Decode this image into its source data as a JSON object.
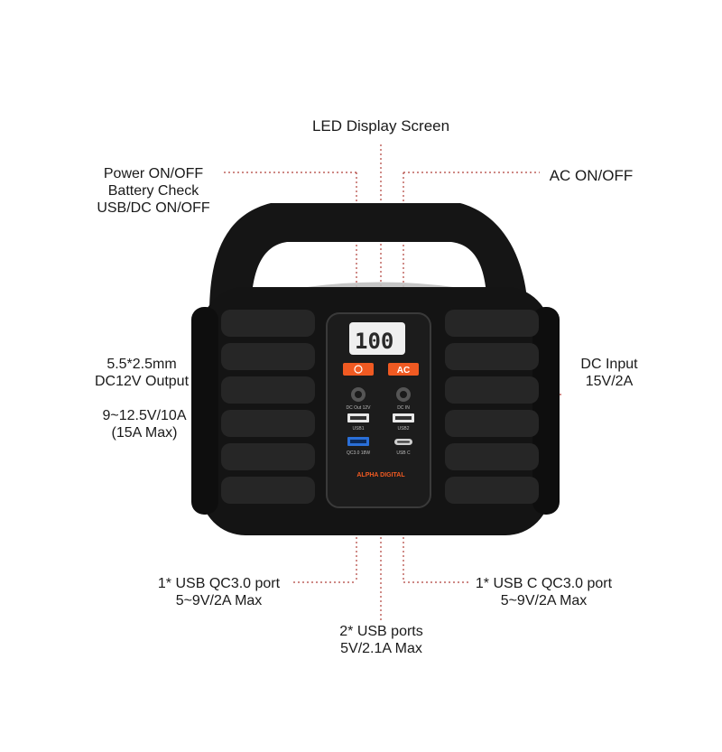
{
  "callouts": {
    "led_display": "LED Display Screen",
    "power": [
      "Power ON/OFF",
      "Battery Check",
      "USB/DC ON/OFF"
    ],
    "ac": "AC ON/OFF",
    "dc_output": [
      "5.5*2.5mm",
      "DC12V Output"
    ],
    "dc_output_rating": [
      "9~12.5V/10A",
      "(15A Max)"
    ],
    "dc_input": [
      "DC Input",
      "15V/2A"
    ],
    "usb_qc": [
      "1* USB QC3.0 port",
      "5~9V/2A Max"
    ],
    "usb_c": [
      "1* USB C QC3.0 port",
      "5~9V/2A Max"
    ],
    "usb_ports": [
      "2* USB ports",
      "5V/2.1A Max"
    ]
  },
  "panel": {
    "lcd_digits": "100",
    "ac_button": "AC",
    "dc_out_label": "DC Out 12V",
    "dc_in_label": "DC IN",
    "usb1_label": "USB1",
    "usb2_label": "USB2",
    "qc_label": "QC3.0 18W",
    "usbc_label": "USB C",
    "brand": "ALPHA DIGITAL"
  },
  "colors": {
    "body": "#141414",
    "accent_orange": "#f05a22",
    "leader_line": "#b0403a"
  }
}
